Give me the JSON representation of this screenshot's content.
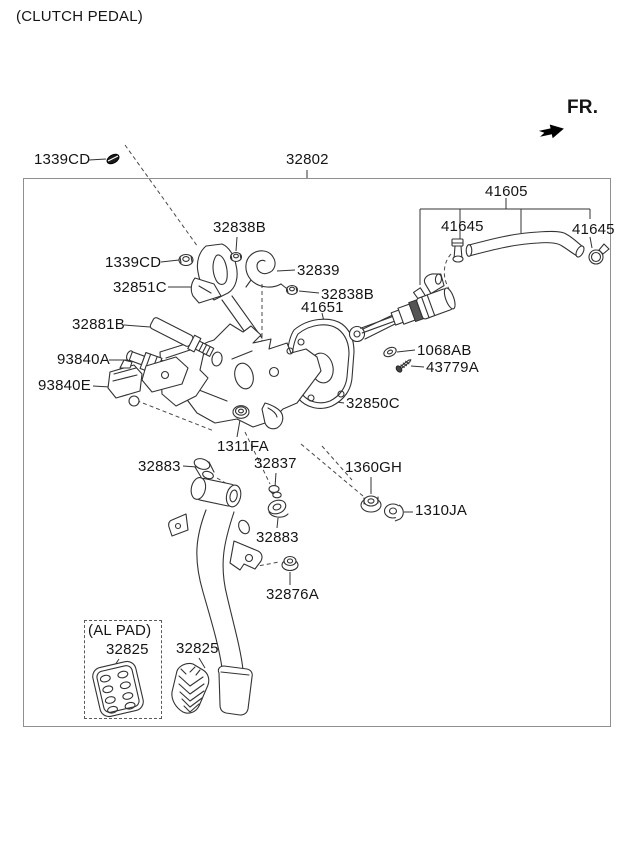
{
  "title": "(CLUTCH PEDAL)",
  "fr_indicator": "FR.",
  "callouts": {
    "clip_top": "1339CD",
    "pedal_assy": "32802",
    "master_cylinder_assy": "41605",
    "clamp_left": "41645",
    "clamp_right": "41645",
    "nut_a": "32838B",
    "nut_1339cd": "1339CD",
    "bracket_32851c": "32851C",
    "spring": "32839",
    "nut_b": "32838B",
    "member_bracket": "41651",
    "switch_32881b": "32881B",
    "switch_93840a": "93840A",
    "connector_93840e": "93840E",
    "washer_1068ab": "1068AB",
    "screw_43779a": "43779A",
    "support_bracket": "32850C",
    "nut_1311fa": "1311FA",
    "bushing_a": "32883",
    "clip_32837": "32837",
    "nut_1360gh": "1360GH",
    "nut_1310ja": "1310JA",
    "bushing_b": "32883",
    "nut_32876a": "32876A",
    "al_pad_note": "(AL PAD)",
    "pad_al": "32825",
    "pad_rubber": "32825"
  }
}
